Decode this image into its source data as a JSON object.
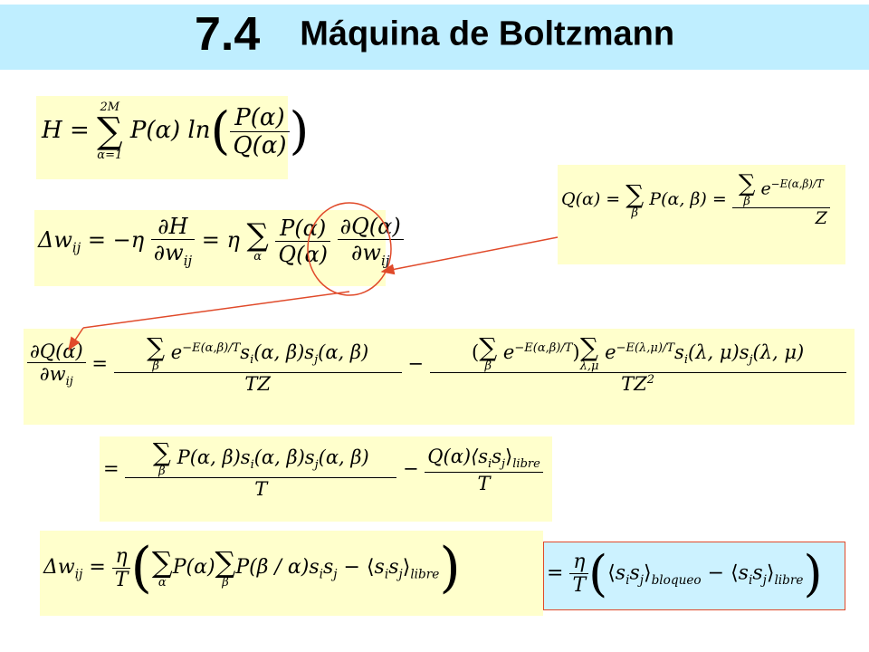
{
  "title": {
    "number": "7.4",
    "text": "Máquina de Boltzmann"
  },
  "colors": {
    "title_band": "#bfeeff",
    "eq_box": "#ffffcc",
    "result_box": "#ccf2ff",
    "annotation": "#e04a2a"
  },
  "eq1": {
    "lhs": "H =",
    "sum_top": "2M",
    "sum_bottom": "α=1",
    "body": "P(α) ln",
    "num": "P(α)",
    "den": "Q(α)"
  },
  "eq2": {
    "lhs": "Δw",
    "lhs_sub": "ij",
    "eq": "= −η",
    "num1": "∂H",
    "den1": "∂w",
    "den1_sub": "ij",
    "mid": "= η",
    "sum_bottom": "α",
    "num2": "P(α)",
    "den2": "Q(α)",
    "num3": "∂Q(α)",
    "den3": "∂w",
    "den3_sub": "ij"
  },
  "eq3": {
    "lhs": "Q(α) =",
    "sum1_bottom": "β",
    "term": "P(α, β) =",
    "sum2_bottom": "β",
    "exp": "−E(α,β)/T",
    "den": "Z"
  },
  "eq4": {
    "num_lhs": "∂Q(α)",
    "den_lhs": "∂w",
    "den_lhs_sub": "ij",
    "eq": "=",
    "sum_b": "β",
    "t1_exp": "−E(α,β)/T",
    "t1_rest": "s",
    "t1_i": "i",
    "t1_args": "(α, β)s",
    "t1_j": "j",
    "t1_args2": "(α, β)",
    "den1": "TZ",
    "minus": "−",
    "open": "(",
    "sum2_b": "β",
    "t2_exp": "−E(α,β)/T",
    "close": ")",
    "sum3_b": "λ,μ",
    "t3_exp": "−E(λ,μ)/T",
    "t3_args": "(λ, μ)s",
    "t3_args2": "(λ, μ)",
    "den2": "TZ",
    "den2_sup": "2"
  },
  "eq5": {
    "eq": "=",
    "sum_b": "β",
    "term": "P(α, β)s",
    "i": "i",
    "args": "(α, β)s",
    "j": "j",
    "args2": "(α, β)",
    "den1": "T",
    "minus": "−",
    "num2": "Q(α)⟨s",
    "num2_rest": "s",
    "sub_libre": "libre",
    "den2": "T"
  },
  "eq6": {
    "lhs": "Δw",
    "lhs_sub": "ij",
    "eq": "=",
    "eta": "η",
    "T": "T",
    "sum1_b": "α",
    "p1": "P(α)",
    "sum2_b": "β",
    "p2": "P(β / α)s",
    "i": "i",
    "s": "s",
    "j": "j",
    "minus": "−",
    "libre": "libre"
  },
  "eq7": {
    "eq": "=",
    "eta": "η",
    "T": "T",
    "bloqueo": "bloqueo",
    "minus": "−",
    "libre": "libre"
  }
}
